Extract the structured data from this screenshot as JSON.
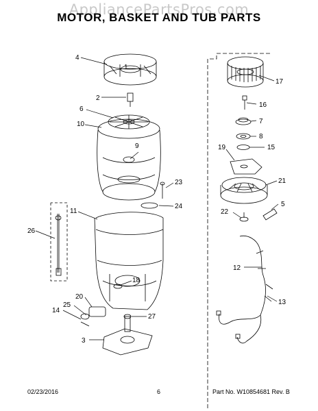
{
  "header": {
    "watermark": "AppliancePartsPros.com",
    "title": "MOTOR, BASKET AND TUB PARTS"
  },
  "callouts": [
    "1",
    "2",
    "3",
    "4",
    "5",
    "6",
    "7",
    "8",
    "9",
    "10",
    "11",
    "12",
    "13",
    "14",
    "15",
    "16",
    "17",
    "18",
    "19",
    "20",
    "21",
    "22",
    "23",
    "24",
    "25",
    "26",
    "27"
  ],
  "footer": {
    "date": "02/23/2016",
    "page": "6",
    "part_no": "Part No. W10854681 Rev. B"
  }
}
